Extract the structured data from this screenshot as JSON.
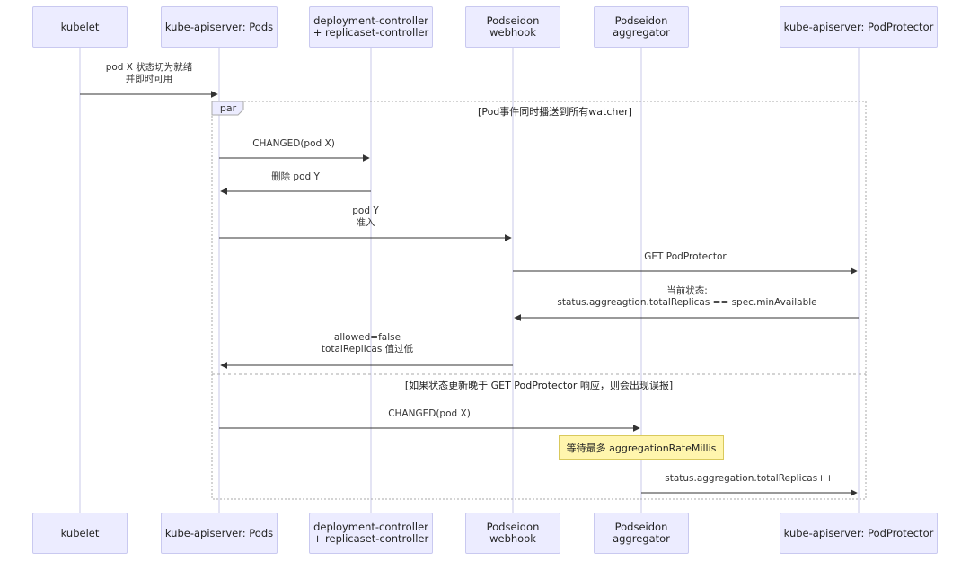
{
  "participants": [
    {
      "id": "kubelet",
      "label": "kubelet"
    },
    {
      "id": "apiserver_pods",
      "label": "kube-apiserver: Pods"
    },
    {
      "id": "controllers",
      "label": "deployment-controller\n+ replicaset-controller"
    },
    {
      "id": "webhook",
      "label": "Podseidon\nwebhook"
    },
    {
      "id": "aggregator",
      "label": "Podseidon\naggregator"
    },
    {
      "id": "apiserver_pp",
      "label": "kube-apiserver: PodProtector"
    }
  ],
  "messages": [
    {
      "from": "kubelet",
      "to": "apiserver_pods",
      "label": "pod X 状态切为就绪\n并即时可用"
    },
    {
      "from": "apiserver_pods",
      "to": "controllers",
      "label": "CHANGED(pod X)"
    },
    {
      "from": "controllers",
      "to": "apiserver_pods",
      "label": "删除 pod Y"
    },
    {
      "from": "apiserver_pods",
      "to": "webhook",
      "label": "pod Y\n准入"
    },
    {
      "from": "webhook",
      "to": "apiserver_pp",
      "label": "GET PodProtector"
    },
    {
      "from": "apiserver_pp",
      "to": "webhook",
      "label": "当前状态:\nstatus.aggreagtion.totalReplicas == spec.minAvailable"
    },
    {
      "from": "webhook",
      "to": "apiserver_pods",
      "label": "allowed=false\ntotalReplicas 值过低"
    },
    {
      "from": "apiserver_pods",
      "to": "aggregator",
      "label": "CHANGED(pod X)"
    },
    {
      "from": "aggregator",
      "to": "apiserver_pp",
      "label": "status.aggregation.totalReplicas++"
    }
  ],
  "par_block": {
    "label": "par",
    "condition_1": "[Pod事件同时播送到所有watcher]",
    "condition_2": "[如果状态更新晚于 GET PodProtector 响应，则会出现误报]"
  },
  "note": {
    "over": "aggregator",
    "text": "等待最多 aggregationRateMillis"
  },
  "colors": {
    "actor_fill": "#ECECFF",
    "actor_border": "#C9C9F0",
    "lifeline": "#C8C8E8",
    "arrow": "#333333",
    "note_fill": "#FFF5AD",
    "note_border": "#D9C95C",
    "frame": "#AAAAAA"
  }
}
